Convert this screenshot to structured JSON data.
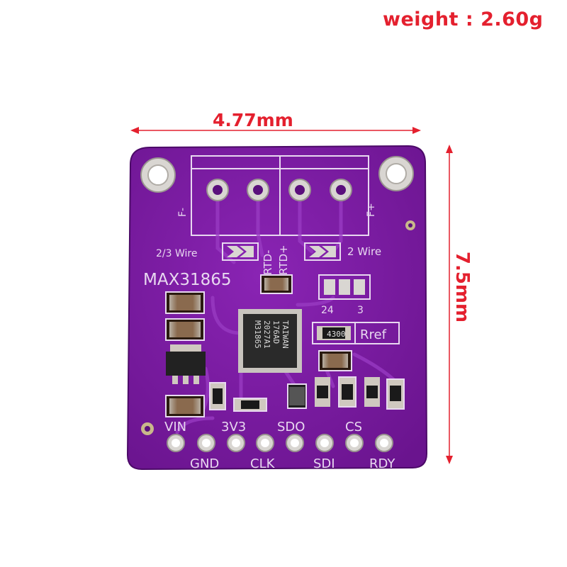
{
  "weight_label": "weight : 2.60g",
  "width_label": "4.77mm",
  "height_label": "7.5mm",
  "board": {
    "chip_name": "MAX31865",
    "chip_marking": [
      "M31865",
      "2027A1",
      "176AD",
      "TAIWAN"
    ],
    "terminal_labels": {
      "f_minus": "F-",
      "f_plus": "F+",
      "rtd_minus": "RTD-",
      "rtd_plus": "RTD+"
    },
    "wire_labels": {
      "left": "2/3 Wire",
      "right": "2 Wire"
    },
    "jumper_labels": {
      "left": "24",
      "right": "3"
    },
    "rref_label": "Rref",
    "resistor_code": "4300",
    "pins_top": [
      "VIN",
      "3V3",
      "SDO",
      "CS"
    ],
    "pins_bottom": [
      "GND",
      "CLK",
      "SDI",
      "RDY"
    ],
    "colors": {
      "pcb": "#7a1aa0",
      "pcb_dark": "#5a0f7c",
      "silkscreen": "#e8d8f0",
      "dimension_red": "#e4202e"
    }
  }
}
